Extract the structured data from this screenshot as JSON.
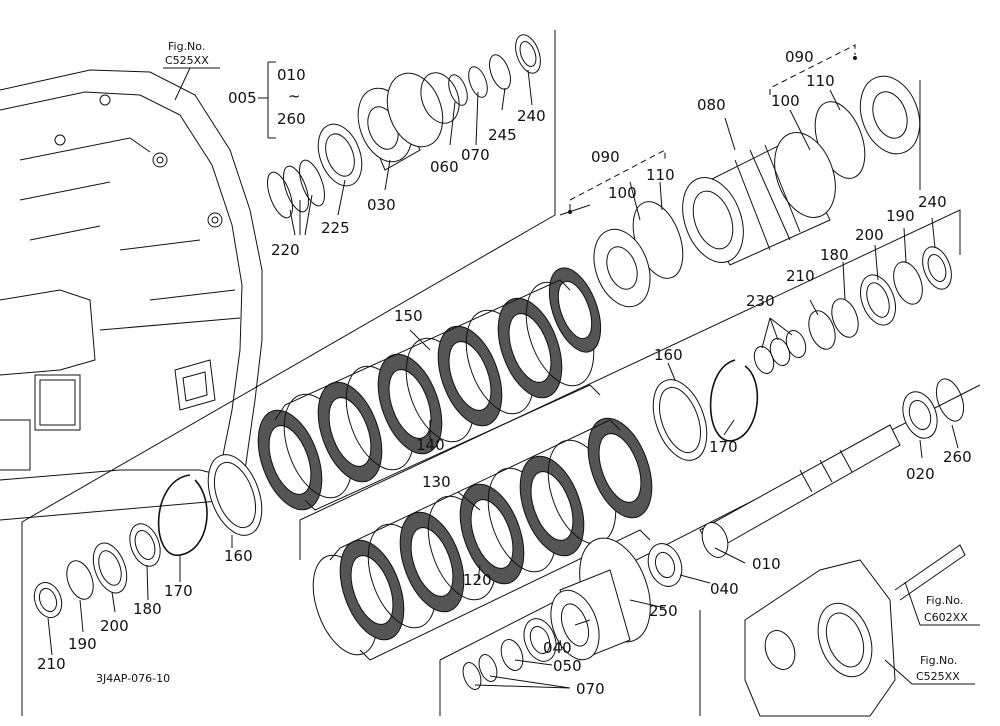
{
  "fig_refs": {
    "top_left_fig": "Fig.No.",
    "top_left_code": "C525XX",
    "right_fig": "Fig.No.",
    "right_code": "C602XX",
    "bottom_right_fig": "Fig.No.",
    "bottom_right_code": "C525XX"
  },
  "assembly": {
    "main": "005",
    "range_start": "010",
    "range_sep": "~",
    "range_end": "260"
  },
  "labels": {
    "p010": "010",
    "p020": "020",
    "p030": "030",
    "p040a": "040",
    "p040b": "040",
    "p050": "050",
    "p060": "060",
    "p070a": "070",
    "p070b": "070",
    "p080": "080",
    "p090a": "090",
    "p090b": "090",
    "p100a": "100",
    "p100b": "100",
    "p110a": "110",
    "p110b": "110",
    "p120": "120",
    "p130": "130",
    "p140": "140",
    "p150": "150",
    "p160a": "160",
    "p160b": "160",
    "p170a": "170",
    "p170b": "170",
    "p180a": "180",
    "p180b": "180",
    "p190a": "190",
    "p190b": "190",
    "p200a": "200",
    "p200b": "200",
    "p210a": "210",
    "p210b": "210",
    "p220": "220",
    "p225": "225",
    "p230": "230",
    "p240a": "240",
    "p240b": "240",
    "p245": "245",
    "p250": "250",
    "p260": "260"
  },
  "drawing_code": "3J4AP-076-10"
}
